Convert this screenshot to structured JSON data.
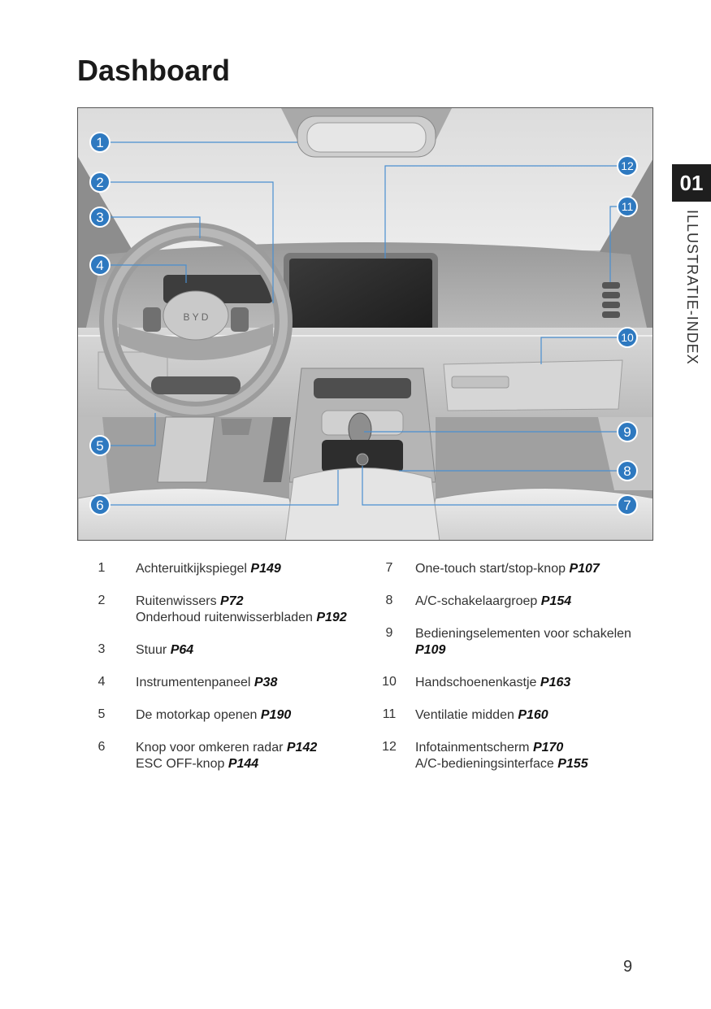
{
  "page": {
    "title": "Dashboard",
    "chapter_number": "01",
    "chapter_label": "ILLUSTRATIE-INDEX",
    "page_number": "9"
  },
  "callouts": [
    "1",
    "2",
    "3",
    "4",
    "5",
    "6",
    "7",
    "8",
    "9",
    "10",
    "11",
    "12"
  ],
  "legend": [
    {
      "num": "1",
      "lines": [
        {
          "text": "Achteruitkijkspiegel ",
          "ref": "P149"
        }
      ]
    },
    {
      "num": "2",
      "lines": [
        {
          "text": "Ruitenwissers ",
          "ref": "P72"
        },
        {
          "text": "Onderhoud ruitenwisserbladen ",
          "ref": "P192"
        }
      ]
    },
    {
      "num": "3",
      "lines": [
        {
          "text": "Stuur ",
          "ref": "P64"
        }
      ]
    },
    {
      "num": "4",
      "lines": [
        {
          "text": "Instrumentenpaneel ",
          "ref": "P38"
        }
      ]
    },
    {
      "num": "5",
      "lines": [
        {
          "text": "De motorkap openen ",
          "ref": "P190"
        }
      ]
    },
    {
      "num": "6",
      "lines": [
        {
          "text": "Knop voor omkeren radar ",
          "ref": "P142"
        },
        {
          "text": "ESC OFF-knop ",
          "ref": "P144"
        }
      ]
    },
    {
      "num": "7",
      "lines": [
        {
          "text": "One-touch start/stop-knop ",
          "ref": "P107"
        }
      ]
    },
    {
      "num": "8",
      "lines": [
        {
          "text": "A/C-schakelaargroep ",
          "ref": "P154"
        }
      ]
    },
    {
      "num": "9",
      "lines": [
        {
          "text": "Bedieningselementen voor schakelen",
          "ref": ""
        },
        {
          "text": "",
          "ref": "P109"
        }
      ]
    },
    {
      "num": "10",
      "lines": [
        {
          "text": "Handschoenenkastje ",
          "ref": "P163"
        }
      ]
    },
    {
      "num": "11",
      "lines": [
        {
          "text": "Ventilatie midden ",
          "ref": "P160"
        }
      ]
    },
    {
      "num": "12",
      "lines": [
        {
          "text": "Infotainmentscherm ",
          "ref": "P170"
        },
        {
          "text": "A/C-bedieningsinterface ",
          "ref": "P155"
        }
      ]
    }
  ],
  "colors": {
    "callout": "#2e79c0",
    "leader": "#4a8fd0",
    "tab": "#1e1e1e"
  }
}
